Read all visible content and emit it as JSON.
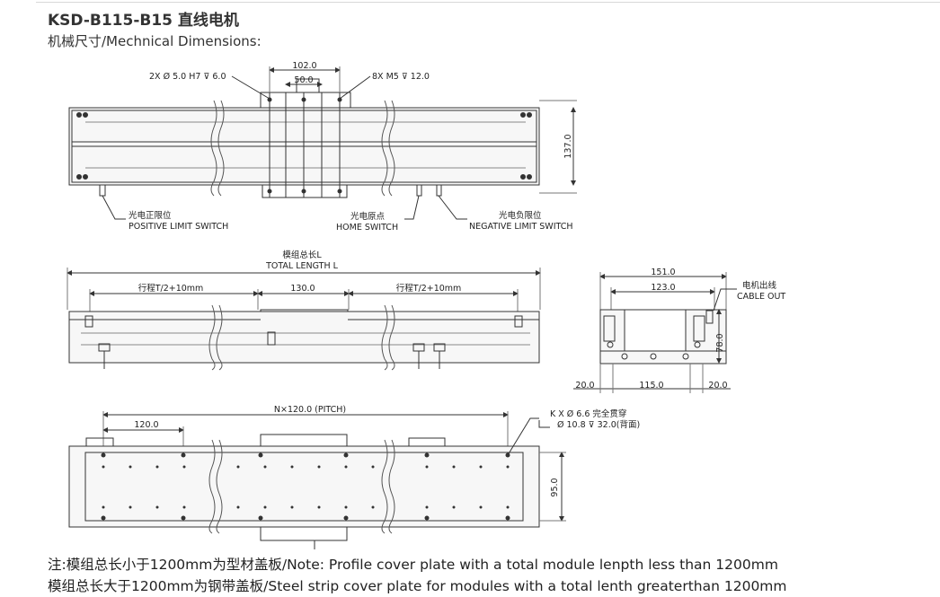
{
  "header": {
    "title": "KSD-B115-B15 直线电机",
    "subtitle": "机械尺寸/Mechnical Dimensions:"
  },
  "top_view": {
    "dim_102": "102.0",
    "dim_50": "50.0",
    "dim_137": "137.0",
    "callout_holes_2x": "2X  Ø 5.0 H7  ⊽ 6.0",
    "callout_holes_8x": "8X  M5   ⊽ 12.0",
    "positive_limit_cn": "光电正限位",
    "positive_limit_en": "POSITIVE LIMIT SWITCH",
    "home_cn": "光电原点",
    "home_en": "HOME SWITCH",
    "negative_limit_cn": "光电负限位",
    "negative_limit_en": "NEGATIVE LIMIT SWITCH"
  },
  "side_view": {
    "total_length_cn": "模组总长L",
    "total_length_en": "TOTAL LENGTH L",
    "stroke_left": "行程T/2+10mm",
    "dim_130": "130.0",
    "stroke_right": "行程T/2+10mm"
  },
  "end_view": {
    "dim_151": "151.0",
    "dim_123": "123.0",
    "cable_cn": "电机出线",
    "cable_en": "CABLE OUT",
    "dim_78": "78.0",
    "dim_20_left": "20.0",
    "dim_115": "115.0",
    "dim_20_right": "20.0"
  },
  "bottom_view": {
    "pitch": "N×120.0  (PITCH)",
    "dim_120": "120.0",
    "hole_kx": "K X  Ø 6.6 完全贯穿",
    "hole_cbore": "Ø 10.8  ⊽ 32.0(背面)",
    "dim_95": "95.0"
  },
  "notes": {
    "line1": "注:模组总长小于1200mm为型材盖板/Note: Profile cover plate with a total module lenpth less than 1200mm",
    "line2": "模组总长大于1200mm为钢带盖板/Steel strip cover plate for modules with a total lenth greaterthan 1200mm"
  },
  "colors": {
    "line": "#333333",
    "body_fill": "#f7f7f7"
  }
}
